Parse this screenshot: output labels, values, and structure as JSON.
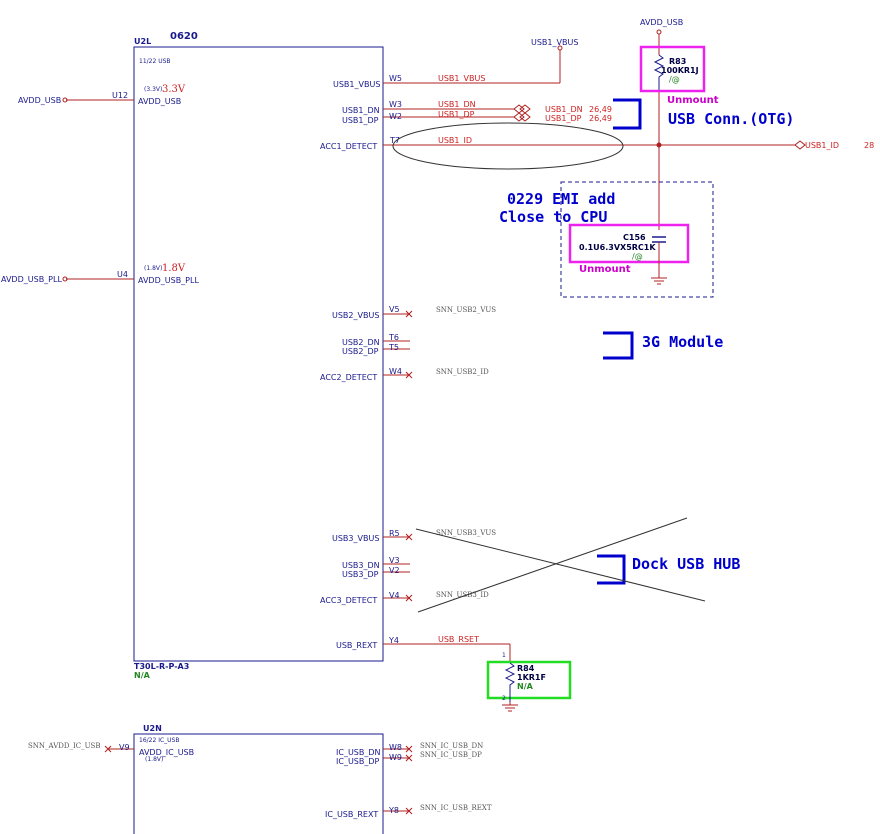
{
  "u2l": {
    "ref": "U2L",
    "code": "0620",
    "section": "11/22 USB",
    "part": "T30L-R-P-A3",
    "part_sub": "N/A",
    "left_pins": [
      {
        "net": "AVDD_USB",
        "pin": "U12",
        "name": "AVDD_USB",
        "tag": "(3.3V)",
        "volt": "3.3V"
      },
      {
        "net": "AVDD_USB_PLL",
        "pin": "U4",
        "name": "AVDD_USB_PLL",
        "tag": "(1.8V)",
        "volt": "1.8V"
      }
    ],
    "right_pins": [
      {
        "name": "USB1_VBUS",
        "pin": "W5",
        "net": "USB1_VBUS"
      },
      {
        "name": "USB1_DN",
        "pin": "W3",
        "net": "USB1_DN"
      },
      {
        "name": "USB1_DP",
        "pin": "W2",
        "net": "USB1_DP"
      },
      {
        "name": "ACC1_DETECT",
        "pin": "T7",
        "net": "USB1_ID"
      },
      {
        "name": "USB2_VBUS",
        "pin": "V5",
        "net": "SNN_USB2_VUS"
      },
      {
        "name": "USB2_DN",
        "pin": "T6",
        "net": ""
      },
      {
        "name": "USB2_DP",
        "pin": "T5",
        "net": ""
      },
      {
        "name": "ACC2_DETECT",
        "pin": "W4",
        "net": "SNN_USB2_ID"
      },
      {
        "name": "USB3_VBUS",
        "pin": "R5",
        "net": "SNN_USB3_VUS"
      },
      {
        "name": "USB3_DN",
        "pin": "V3",
        "net": ""
      },
      {
        "name": "USB3_DP",
        "pin": "V2",
        "net": ""
      },
      {
        "name": "ACC3_DETECT",
        "pin": "V4",
        "net": "SNN_USB3_ID"
      },
      {
        "name": "USB_REXT",
        "pin": "Y4",
        "net": "USB_RSET"
      }
    ]
  },
  "u2n": {
    "ref": "U2N",
    "section": "16/22 IC_USB",
    "tag": "(1.8V)",
    "left_pin": {
      "net": "SNN_AVDD_IC_USB",
      "pin": "V9",
      "name": "AVDD_IC_USB"
    },
    "right_pins": [
      {
        "name": "IC_USB_DN",
        "pin": "W8",
        "net": "SNN_IC_USB_DN"
      },
      {
        "name": "IC_USB_DP",
        "pin": "W9",
        "net": "SNN_IC_USB_DP"
      },
      {
        "name": "IC_USB_REXT",
        "pin": "Y8",
        "net": "SNN_IC_USB_REXT"
      }
    ]
  },
  "offpage": {
    "dn_label": "USB1_DN",
    "dn_ref": "26,49",
    "dp_label": "USB1_DP",
    "dp_ref": "26,49",
    "id_label": "USB1_ID",
    "id_ref": "28",
    "vbus_label": "USB1_VBUS"
  },
  "r83": {
    "power": "AVDD_USB",
    "ref": "R83",
    "value": "100KR1J",
    "tag": "/@",
    "status": "Unmount"
  },
  "c156": {
    "ref": "C156",
    "value": "0.1U6.3VX5RC1K",
    "tag": "/@",
    "status": "Unmount"
  },
  "r84": {
    "ref": "R84",
    "value": "1KR1F",
    "status": "N/A",
    "pin_top": "1",
    "pin_bot": "2"
  },
  "notes": {
    "usb_otg": "USB Conn.(OTG)",
    "emi_line1": "0229 EMI add",
    "emi_line2": "Close to CPU",
    "module_3g": "3G Module",
    "dock_hub": "Dock USB HUB"
  },
  "colors": {
    "wire": "#b02020",
    "box": "#1a1a8c",
    "note": "#0000cc",
    "unmount_box": "#ee22ee",
    "na_box": "#22dd22"
  }
}
